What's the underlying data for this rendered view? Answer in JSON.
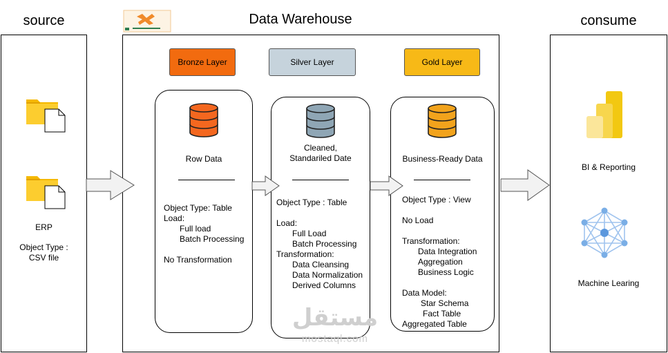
{
  "titles": {
    "source": "source",
    "warehouse": "Data Warehouse",
    "consume": "consume"
  },
  "source": {
    "label": "ERP",
    "object_type_line1": "Object Type :",
    "object_type_line2": "CSV file"
  },
  "layers": {
    "bronze": {
      "badge": "Bronze Layer",
      "color": "#f26b0f"
    },
    "silver": {
      "badge": "Silver Layer",
      "color": "#c6d3dc"
    },
    "gold": {
      "badge": "Gold Layer",
      "color": "#f7b917"
    }
  },
  "bronze_box": {
    "heading": "Row Data",
    "object_type": "Object Type: Table",
    "load_label": "Load:",
    "load_items": [
      "Full load",
      "Batch Processing"
    ],
    "transformation": "No Transformation",
    "db_color": "#f4671f"
  },
  "silver_box": {
    "heading_line1": "Cleaned,",
    "heading_line2": "Standariled Date",
    "object_type": "Object Type : Table",
    "load_label": "Load:",
    "load_items": [
      "Full Load",
      "Batch Processing"
    ],
    "transformation_label": "Transformation:",
    "transformation_items": [
      "Data Cleansing",
      "Data Normalization",
      "Derived Columns"
    ],
    "db_color": "#8fa6b5"
  },
  "gold_box": {
    "heading": "Business-Ready Data",
    "object_type": "Object Type : View",
    "load": "No Load",
    "transformation_label": "Transformation:",
    "transformation_items": [
      "Data Integration",
      "Aggregation",
      "Business Logic"
    ],
    "model_label": "Data Model:",
    "model_items": [
      "Star Schema",
      "Fact Table"
    ],
    "model_last": "Aggregated Table",
    "db_color": "#f2a31c"
  },
  "consume": {
    "bi_label": "BI & Reporting",
    "ml_label": "Machine Learing"
  },
  "watermark": {
    "arabic": "مستقل",
    "latin": "mostaql.com"
  },
  "icons": {
    "logo": "warehouse-logo-icon",
    "folder": "folder-file-icon",
    "database": "database-icon",
    "powerbi": "power-bi-icon",
    "network": "neural-network-icon",
    "arrow": "block-arrow-icon"
  }
}
